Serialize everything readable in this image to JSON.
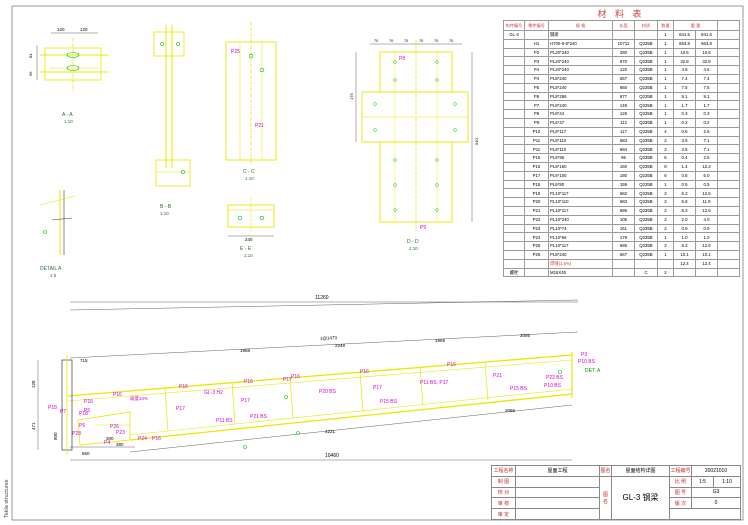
{
  "sidebar": {
    "vertical_text": "Tekla structures"
  },
  "sections": {
    "aa": {
      "label": "A - A",
      "scale": "1:10",
      "dim_top_1": "120",
      "dim_top_2": "120",
      "dim_side_1": "84",
      "dim_side_2": "96"
    },
    "bb": {
      "label": "B - B",
      "scale": "1:10"
    },
    "cc": {
      "label": "C - C",
      "scale": "1:10",
      "part_top": "P25",
      "part_mid": "P21"
    },
    "dd": {
      "label": "D - D",
      "scale": "1:10",
      "part_top": "P8",
      "part_bot": "P9",
      "dims_top": [
        "70",
        "70",
        "70",
        "70",
        "70",
        "70"
      ],
      "dim_right": "540",
      "dim_left": "175"
    },
    "ee": {
      "label": "E - E",
      "scale": "1:10",
      "dim_bot": "240"
    },
    "detail_a": {
      "label": "DETAIL  A",
      "scale": "1:5"
    }
  },
  "main": {
    "overall_top": "11260",
    "overall_bottom": "10460",
    "slope_len": "1@1473",
    "dims_top": [
      "715",
      "1968",
      "2248",
      "1969",
      "2095"
    ],
    "dims_bottom": [
      "4221",
      "2086"
    ],
    "dims_left": [
      "128",
      "471",
      "800"
    ],
    "dims_lower": [
      "660",
      "300",
      "380"
    ],
    "slope_label": "坡度10%",
    "detail_ref": "DET. A",
    "labels": [
      {
        "t": "P18"
      },
      {
        "t": "P16"
      },
      {
        "t": "P16"
      },
      {
        "t": "P16"
      },
      {
        "t": "P16"
      },
      {
        "t": "P16"
      },
      {
        "t": "P16"
      },
      {
        "t": "P16"
      },
      {
        "t": "GL-3 H2"
      },
      {
        "t": "P17"
      },
      {
        "t": "P17"
      },
      {
        "t": "P17"
      },
      {
        "t": "P20 BS"
      },
      {
        "t": "P17"
      },
      {
        "t": "P11 BS, P17"
      },
      {
        "t": "P21"
      },
      {
        "t": "P3"
      },
      {
        "t": "P10 BS"
      },
      {
        "t": "P22 BS"
      },
      {
        "t": "P10 BS"
      },
      {
        "t": "P15 BS"
      },
      {
        "t": "P15 BS"
      },
      {
        "t": "P21 BS"
      },
      {
        "t": "P11 BS"
      },
      {
        "t": "P18"
      },
      {
        "t": "P7"
      },
      {
        "t": "P5"
      },
      {
        "t": "P6"
      },
      {
        "t": "P28"
      },
      {
        "t": "P26"
      },
      {
        "t": "P23"
      },
      {
        "t": "P24"
      },
      {
        "t": "P4"
      },
      {
        "t": "P16"
      }
    ]
  },
  "materials": {
    "title": "材 料 表",
    "headers": [
      "构件编号",
      "零件编号",
      "规  格",
      "长度",
      "材质",
      "数量",
      "重量",
      "单",
      "合"
    ],
    "header_weight": "重 量",
    "header_w1": "单",
    "header_w2": "合",
    "member": {
      "id": "GL-3",
      "name": "钢梁",
      "qty": "1",
      "unit": "841.6",
      "total": "841.6"
    },
    "rows": [
      [
        "H1",
        "H700-8-8*240",
        "10711",
        "Q235B",
        "1",
        "663.8",
        "663.8"
      ],
      [
        "P2",
        "PL20*240",
        "280",
        "Q235B",
        "1",
        "10.6",
        "10.6"
      ],
      [
        "P3",
        "PL20*240",
        "870",
        "Q235B",
        "1",
        "32.8",
        "32.8"
      ],
      [
        "P4",
        "PL20*240",
        "120",
        "Q235B",
        "1",
        "4.5",
        "4.5"
      ],
      [
        "P4",
        "PL8*240",
        "657",
        "Q235B",
        "1",
        "7.4",
        "7.4"
      ],
      [
        "P5",
        "PL8*240",
        "660",
        "Q235B",
        "1",
        "7.5",
        "7.5"
      ],
      [
        "P6",
        "PL8*286",
        "677",
        "Q235B",
        "1",
        "9.1",
        "9.1"
      ],
      [
        "P7",
        "PL8*240",
        "149",
        "Q235B",
        "1",
        "1.7",
        "1.7"
      ],
      [
        "P8",
        "PL8*44",
        "126",
        "Q235B",
        "1",
        "0.3",
        "0.3"
      ],
      [
        "P9",
        "PL6*47",
        "112",
        "Q235B",
        "1",
        "0.2",
        "0.2"
      ],
      [
        "P10",
        "PL8*117",
        "117",
        "Q235B",
        "4",
        "0.6",
        "2.6"
      ],
      [
        "P11",
        "PL8*110",
        "683",
        "Q235B",
        "2",
        "3.5",
        "7.1"
      ],
      [
        "P11",
        "PL8*110",
        "684",
        "Q235B",
        "2",
        "3.5",
        "7.1"
      ],
      [
        "P15",
        "PL6*95",
        "95",
        "Q235B",
        "6",
        "0.4",
        "2.6"
      ],
      [
        "P16",
        "PL8*160",
        "160",
        "Q235B",
        "8",
        "1.4",
        "12.2"
      ],
      [
        "P17",
        "PL6*100",
        "180",
        "Q235B",
        "6",
        "0.8",
        "6.0"
      ],
      [
        "P18",
        "PL6*80",
        "159",
        "Q235B",
        "1",
        "0.5",
        "0.5"
      ],
      [
        "P19",
        "PL10*117",
        "682",
        "Q235B",
        "2",
        "6.3",
        "12.5"
      ],
      [
        "P20",
        "PL10*110",
        "683",
        "Q235B",
        "2",
        "5.9",
        "11.8"
      ],
      [
        "P21",
        "PL10*117",
        "686",
        "Q235B",
        "2",
        "6.3",
        "12.6"
      ],
      [
        "P22",
        "PL10*240",
        "105",
        "Q235B",
        "2",
        "2.0",
        "4.0"
      ],
      [
        "P23",
        "PL10*74",
        "161",
        "Q235B",
        "2",
        "0.9",
        "0.9"
      ],
      [
        "P24",
        "PL10*66",
        "179",
        "Q235B",
        "1",
        "1.0",
        "1.0"
      ],
      [
        "P25",
        "PL10*117",
        "686",
        "Q235B",
        "2",
        "6.3",
        "12.6"
      ],
      [
        "P26",
        "PL8*240",
        "667",
        "Q235B",
        "1",
        "10.1",
        "10.1"
      ]
    ],
    "weld_label": "焊缝(1.5%)",
    "weld_value": "12.4",
    "weld_total": "12.4",
    "bolt": {
      "name": "螺栓",
      "spec": "M16X45",
      "grade": "C",
      "qty": "2"
    }
  },
  "title_block": {
    "project_label": "工程名称",
    "project_value": "屋面工程",
    "drawing_label": "图名",
    "drawing_value": "屋面结构详图",
    "drawing_no_label": "工程编号",
    "drawing_no_value": "20021010",
    "row_labels": [
      "制 图",
      "校 对",
      "审 核",
      "审 定"
    ],
    "drawing_name": "GL-3 钢梁",
    "scale_label": "比 例",
    "scale_value": "1:5",
    "scale_value2": "1:10",
    "sheet_label": "图 号",
    "sheet_value": "G3",
    "version_label": "版 次",
    "version_value": "0",
    "name_label": "图 名"
  },
  "colors": {
    "line": "#3a3a3a",
    "yellow": "#e8e800",
    "magenta": "#d400d4",
    "green": "#00c000",
    "red": "#d23f3f"
  }
}
